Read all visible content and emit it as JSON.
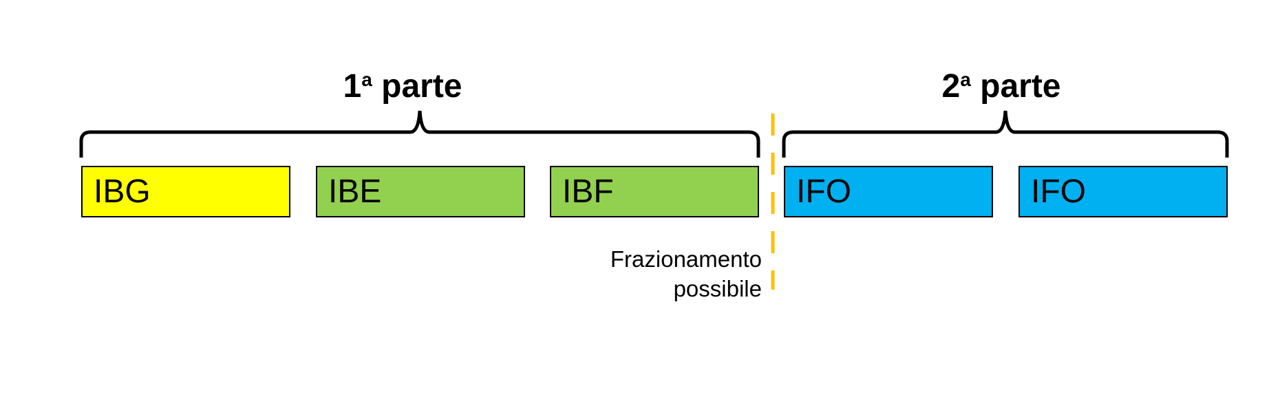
{
  "parts": [
    {
      "num": "1",
      "sup": "a",
      "label": "parte"
    },
    {
      "num": "2",
      "sup": "a",
      "label": "parte"
    }
  ],
  "blocks": [
    {
      "label": "IBG",
      "color": "#FFFF00"
    },
    {
      "label": "IBE",
      "color": "#92D050"
    },
    {
      "label": "IBF",
      "color": "#92D050"
    },
    {
      "label": "IFO",
      "color": "#00B0F0"
    },
    {
      "label": "IFO",
      "color": "#00B0F0"
    }
  ],
  "split": {
    "line1": "Frazionamento",
    "line2": "possibile",
    "color": "#FFC000"
  }
}
